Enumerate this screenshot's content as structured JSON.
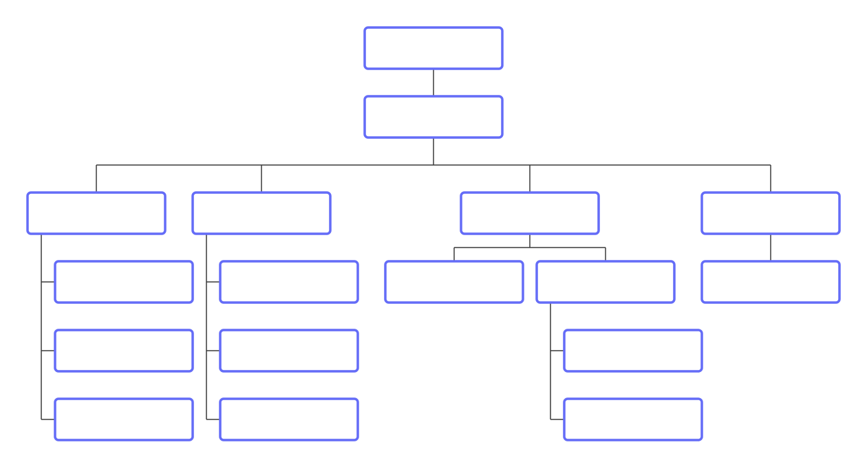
{
  "diagram": {
    "type": "org-chart",
    "colors": {
      "node_border": "#646cf7",
      "node_fill": "#ffffff",
      "connector": "#3a3a3a",
      "background": "#ffffff"
    },
    "nodes": [
      {
        "id": "root",
        "parent": null,
        "label": ""
      },
      {
        "id": "level1",
        "parent": "root",
        "label": ""
      },
      {
        "id": "branch-a",
        "parent": "level1",
        "label": ""
      },
      {
        "id": "branch-b",
        "parent": "level1",
        "label": ""
      },
      {
        "id": "branch-c",
        "parent": "level1",
        "label": ""
      },
      {
        "id": "branch-d",
        "parent": "level1",
        "label": ""
      },
      {
        "id": "a-1",
        "parent": "branch-a",
        "label": ""
      },
      {
        "id": "a-2",
        "parent": "branch-a",
        "label": ""
      },
      {
        "id": "a-3",
        "parent": "branch-a",
        "label": ""
      },
      {
        "id": "b-1",
        "parent": "branch-b",
        "label": ""
      },
      {
        "id": "b-2",
        "parent": "branch-b",
        "label": ""
      },
      {
        "id": "b-3",
        "parent": "branch-b",
        "label": ""
      },
      {
        "id": "c-1",
        "parent": "branch-c",
        "label": ""
      },
      {
        "id": "c-2",
        "parent": "branch-c",
        "label": ""
      },
      {
        "id": "c-2-1",
        "parent": "c-2",
        "label": ""
      },
      {
        "id": "c-2-2",
        "parent": "c-2",
        "label": ""
      },
      {
        "id": "d-1",
        "parent": "branch-d",
        "label": ""
      }
    ]
  }
}
